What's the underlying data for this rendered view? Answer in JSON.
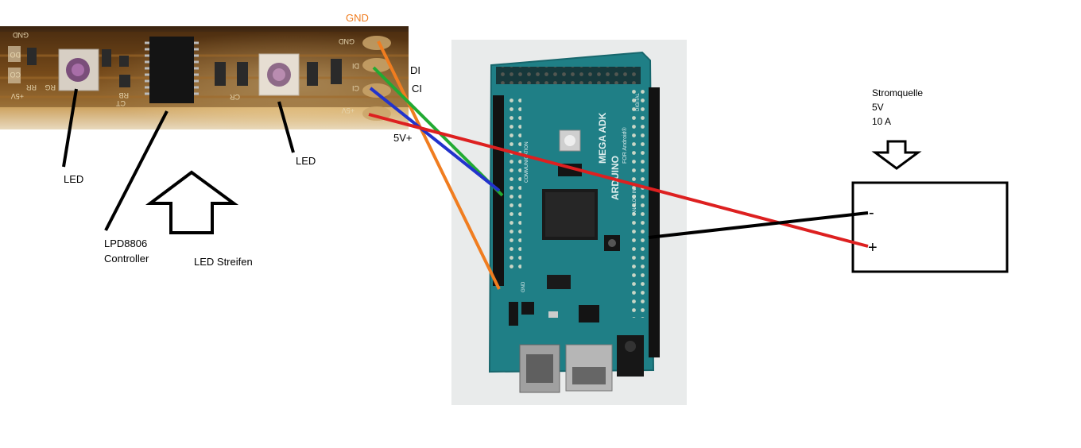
{
  "strip": {
    "silk_gnd": "GND",
    "silk_do": "DO",
    "silk_co": "CO",
    "silk_5v": "+5V",
    "silk_rg": "RG",
    "silk_rr": "RR",
    "silk_rb": "RB",
    "silk_ct": "CT",
    "silk_cr": "CR",
    "silk_di": "DI",
    "silk_ci": "CI",
    "silk_plus5v": "+5V"
  },
  "labels": {
    "gnd": "GND",
    "di": "DI",
    "ci": "CI",
    "v5": "5V+",
    "led_left": "LED",
    "led_right": "LED",
    "controller_line1": "LPD8806",
    "controller_line2": "Controller",
    "strip_caption": "LED Streifen",
    "power_title": "Stromquelle",
    "power_voltage": "5V",
    "power_current": "10 A",
    "minus": "-",
    "plus": "+"
  },
  "board": {
    "brand": "ARDUINO",
    "model": "MEGA ADK",
    "subtitle": "FOR Android®",
    "digital": "DIGITAL",
    "communication": "COMMUNICATION",
    "analog": "ANALOG IN",
    "gnd_pin": "GND"
  },
  "colors": {
    "gnd_wire": "#f07d20",
    "di_wire": "#22aa33",
    "ci_wire": "#2233cc",
    "v5_wire": "#dd2020",
    "ground_wire": "#000000",
    "board": "#1f7f86",
    "strip": "#6b3f14"
  }
}
